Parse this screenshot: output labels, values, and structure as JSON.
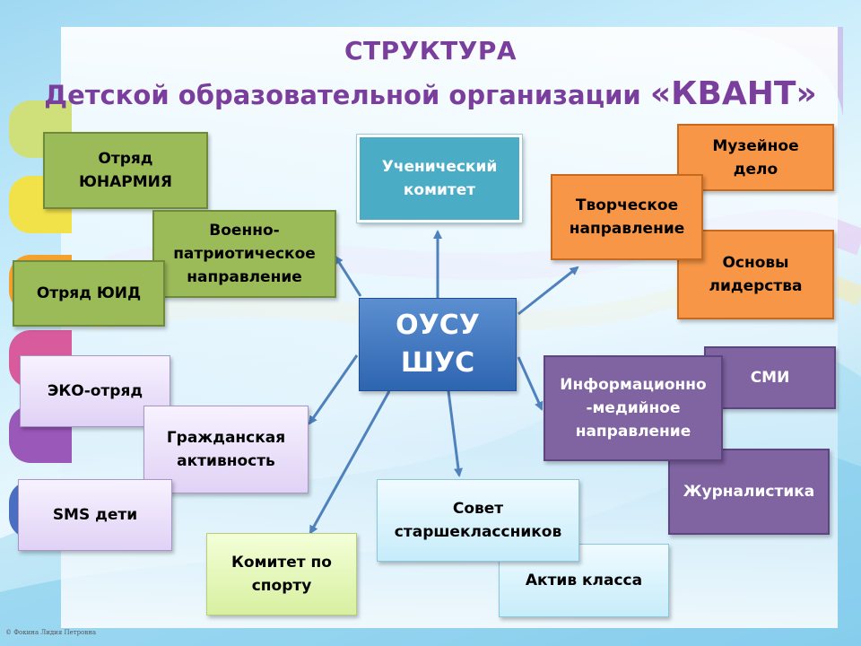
{
  "title": {
    "line1": "СТРУКТУРА",
    "line2": "Детской образовательной организации ",
    "name": "«КВАНТ»"
  },
  "center": {
    "line1": "ОУСУ",
    "line2": "ШУС"
  },
  "boxes": {
    "yunarmia": "Отряд\nЮНАРМИЯ",
    "voenno": "Военно-\nпатриотическое\nнаправление",
    "yuid": "Отряд ЮИД",
    "eko": "ЭКО-отряд",
    "grazhd": "Гражданская\nактивность",
    "sms": "SMS дети",
    "sport": "Комитет по\nспорту",
    "uchen": "Ученический\nкомитет",
    "muzey": "Музейное\nдело",
    "tvorch": "Творческое\nнаправление",
    "osnovy": "Основы\nлидерства",
    "smi": "СМИ",
    "info": "Информационно\n-медийное\nнаправление",
    "zhurn": "Журналистика",
    "sovet": "Совет\nстаршеклассников",
    "aktiv": "Актив класса"
  },
  "copyright": "© Фокина Лидия Петровна",
  "colors": {
    "title": "#7a3e9c",
    "arrow": "#4f81bd",
    "green": "#9bbb59",
    "orange": "#f79646",
    "purple": "#8064a2",
    "teal": "#4bacc6",
    "center": "#3a72bf"
  }
}
